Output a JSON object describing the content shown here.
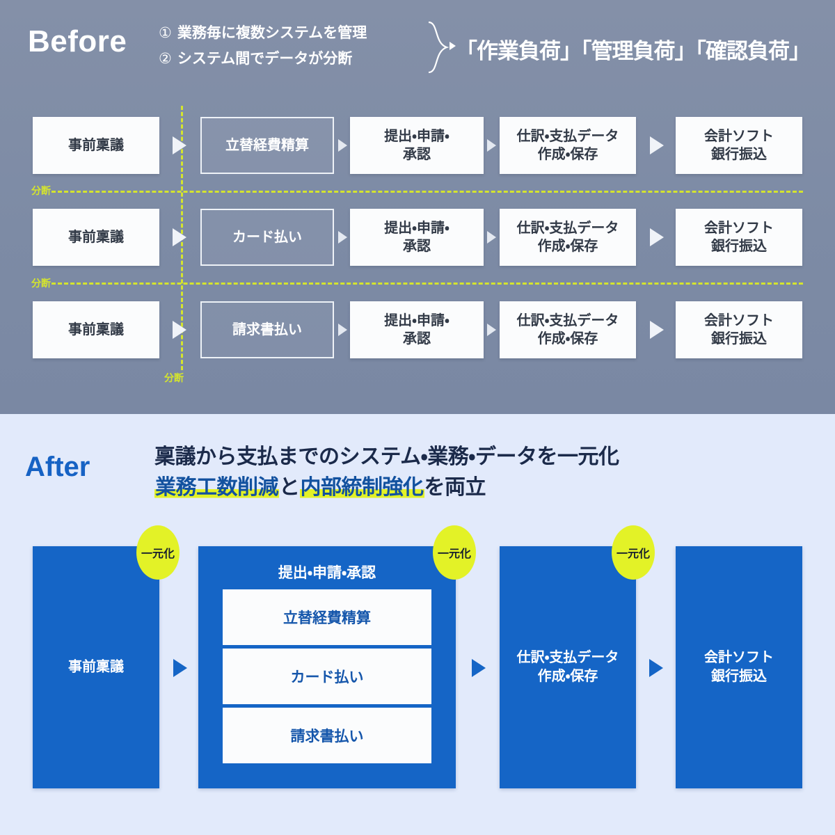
{
  "before": {
    "title": "Before",
    "bullets": [
      {
        "num": "①",
        "text": "業務毎に複数システムを管理"
      },
      {
        "num": "②",
        "text": "システム間でデータが分断"
      }
    ],
    "burden": "「作業負荷」「管理負荷」「確認負荷」",
    "separator_label": "分断",
    "rows": [
      {
        "step1": "事前稟議",
        "step2": "立替経費精算",
        "step3": "提出・申請・\n承認",
        "step4": "仕訳・支払データ\n作成・保存",
        "step5": "会計ソフト\n銀行振込"
      },
      {
        "step1": "事前稟議",
        "step2": "カード払い",
        "step3": "提出・申請・\n承認",
        "step4": "仕訳・支払データ\n作成・保存",
        "step5": "会計ソフト\n銀行振込"
      },
      {
        "step1": "事前稟議",
        "step2": "請求書払い",
        "step3": "提出・申請・\n承認",
        "step4": "仕訳・支払データ\n作成・保存",
        "step5": "会計ソフト\n銀行振込"
      }
    ]
  },
  "after": {
    "title": "After",
    "headline_line1": "稟議から支払までのシステム・業務・データを一元化",
    "headline_line2_a": "業務工数削減",
    "headline_line2_b": "と",
    "headline_line2_c": "内部統制強化",
    "headline_line2_d": "を両立",
    "badge_label": "一元化",
    "box1": "事前稟議",
    "box2_title": "提出・申請・承認",
    "box2_items": [
      "立替経費精算",
      "カード払い",
      "請求書払い"
    ],
    "box3": "仕訳・支払データ\n作成・保存",
    "box4": "会計ソフト\n銀行振込"
  },
  "colors": {
    "before_bg": "#7d8ba5",
    "after_bg": "#e2eafb",
    "accent_blue": "#1565c6",
    "accent_yellow": "#e3f227",
    "dash_green": "#d4e42e",
    "after_title": "#1662c4"
  }
}
